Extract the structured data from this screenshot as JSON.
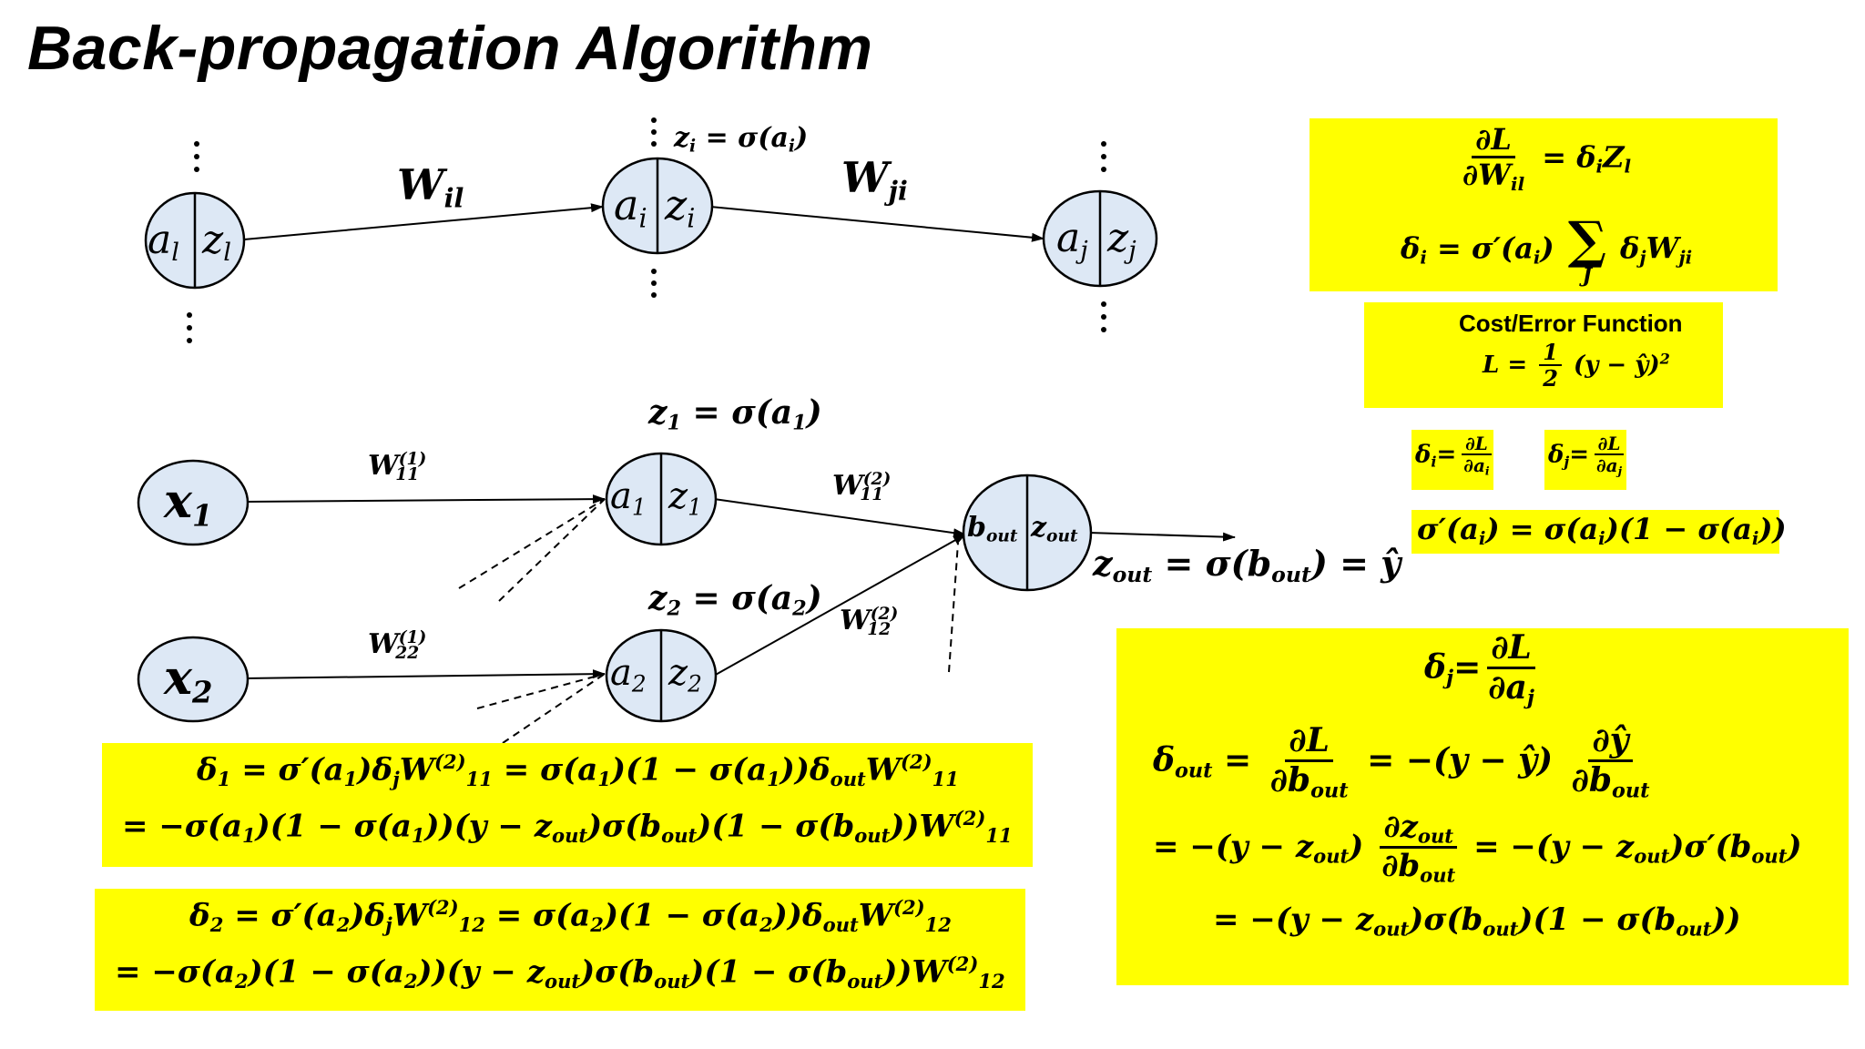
{
  "title": "Back-propagation Algorithm",
  "diagram": {
    "top_row": {
      "w_il": "W",
      "w_il_sub": "il",
      "w_ji": "W",
      "w_ji_sub": "ji",
      "z_i_label": "z",
      "z_i_label_sub": "i",
      "z_i_label_rhs": " = σ(a",
      "z_i_label_rhs_sub": "i",
      "z_i_label_end": ")",
      "nodes": [
        {
          "a": "a",
          "a_sub": "l",
          "z": "z",
          "z_sub": "l"
        },
        {
          "a": "a",
          "a_sub": "i",
          "z": "z",
          "z_sub": "i"
        },
        {
          "a": "a",
          "a_sub": "j",
          "z": "z",
          "z_sub": "j"
        }
      ]
    },
    "bottom": {
      "x1": "x",
      "x1_sub": "1",
      "x2": "x",
      "x2_sub": "2",
      "w11_1": "W",
      "w11_1_sup": "(1)",
      "w11_1_sub": "11",
      "w22_1": "W",
      "w22_1_sup": "(1)",
      "w22_1_sub": "22",
      "w11_2": "W",
      "w11_2_sup": "(2)",
      "w11_2_sub": "11",
      "w12_2": "W",
      "w12_2_sup": "(2)",
      "w12_2_sub": "12",
      "z1_eq": "z",
      "z1_eq_sub": "1",
      "z1_eq_rhs": " = σ(a",
      "z1_eq_rhs_sub": "1",
      "z1_eq_end": ")",
      "z2_eq": "z",
      "z2_eq_sub": "2",
      "z2_eq_rhs": " = σ(a",
      "z2_eq_rhs_sub": "2",
      "z2_eq_end": ")",
      "zout_eq": "z",
      "zout_eq_sub": "out",
      "zout_eq_rhs": " = σ(b",
      "zout_eq_rhs_sub": "out",
      "zout_eq_end": ") = ŷ",
      "h1": {
        "a": "a",
        "a_sub": "1",
        "z": "z",
        "z_sub": "1"
      },
      "h2": {
        "a": "a",
        "a_sub": "2",
        "z": "z",
        "z_sub": "2"
      },
      "out": {
        "a": "b",
        "a_sub": "out",
        "z": "z",
        "z_sub": "out"
      }
    }
  },
  "boxes": {
    "gradient": {
      "num": "∂L",
      "den": "∂W",
      "den_sub": "il",
      "rhs": "= δ",
      "rhs_sub": "i",
      "rhs_end": "Z",
      "rhs_end_sub": "l",
      "delta_i": "δ",
      "delta_i_sub": "i",
      "delta_i_rhs": " = σ′(a",
      "delta_i_rhs_sub": "i",
      "delta_i_rhs_end": ")",
      "sum_symbol": "∑",
      "sum_index": "J",
      "sum_term": "δ",
      "sum_term_sub": "j",
      "sum_term_w": "W",
      "sum_term_w_sub": "ji"
    },
    "cost": {
      "heading": "Cost/Error Function",
      "lhs": "L =",
      "frac_num": "1",
      "frac_den": "2",
      "rhs": "(y − ŷ)",
      "power": "2"
    },
    "delta_defs": {
      "di": "δ",
      "di_sub": "i",
      "di_eq": "=",
      "di_num": "∂L",
      "di_den": "∂a",
      "di_den_sub": "i",
      "dj": "δ",
      "dj_sub": "j",
      "dj_eq": "=",
      "dj_num": "∂L",
      "dj_den": "∂a",
      "dj_den_sub": "j"
    },
    "sigma_prime": "σ′(a",
    "sigma_prime_sub": "i",
    "sigma_prime_rhs": ") = σ(a",
    "sigma_prime_rhs_sub": "i",
    "sigma_prime_end": ")(1 − σ(a",
    "sigma_prime_end_sub": "i",
    "sigma_prime_close": "))",
    "delta1": {
      "line1_a": "δ",
      "line1_a_sub": "1",
      "line1_b": " = σ′(a",
      "line1_b_sub": "1",
      "line1_c": ")δ",
      "line1_c_sub": "j",
      "line1_d": "W",
      "line1_d_sup": "(2)",
      "line1_d_sub": "11",
      "line1_e": " = σ(a",
      "line1_e_sub": "1",
      "line1_f": ")(1 − σ(a",
      "line1_f_sub": "1",
      "line1_g": "))δ",
      "line1_g_sub": "out",
      "line1_h": "W",
      "line1_h_sup": "(2)",
      "line1_h_sub": "11",
      "line2_a": "= −σ(a",
      "line2_a_sub": "1",
      "line2_b": ")(1 − σ(a",
      "line2_b_sub": "1",
      "line2_c": "))(y − z",
      "line2_c_sub": "out",
      "line2_d": ")σ(b",
      "line2_d_sub": "out",
      "line2_e": ")(1 − σ(b",
      "line2_e_sub": "out",
      "line2_f": "))W",
      "line2_f_sup": "(2)",
      "line2_f_sub": "11"
    },
    "delta2": {
      "line1_a": "δ",
      "line1_a_sub": "2",
      "line1_b": " = σ′(a",
      "line1_b_sub": "2",
      "line1_c": ")δ",
      "line1_c_sub": "j",
      "line1_d": "W",
      "line1_d_sup": "(2)",
      "line1_d_sub": "12",
      "line1_e": " = σ(a",
      "line1_e_sub": "2",
      "line1_f": ")(1 − σ(a",
      "line1_f_sub": "2",
      "line1_g": "))δ",
      "line1_g_sub": "out",
      "line1_h": "W",
      "line1_h_sup": "(2)",
      "line1_h_sub": "12",
      "line2_a": "= −σ(a",
      "line2_a_sub": "2",
      "line2_b": ")(1 − σ(a",
      "line2_b_sub": "2",
      "line2_c": "))(y − z",
      "line2_c_sub": "out",
      "line2_d": ")σ(b",
      "line2_d_sub": "out",
      "line2_e": ")(1 − σ(b",
      "line2_e_sub": "out",
      "line2_f": "))W",
      "line2_f_sup": "(2)",
      "line2_f_sub": "12"
    },
    "delta_out": {
      "dj": "δ",
      "dj_sub": "j",
      "dj_eq": "=",
      "dj_num": "∂L",
      "dj_den": "∂a",
      "dj_den_sub": "j",
      "dout": "δ",
      "dout_sub": "out",
      "dout_eq": "=",
      "f1_num": "∂L",
      "f1_den": "∂b",
      "f1_den_sub": "out",
      "mid": "= −(y − ŷ)",
      "f2_num": "∂ŷ",
      "f2_den": "∂b",
      "f2_den_sub": "out",
      "l3_a": "= −(y − z",
      "l3_a_sub": "out",
      "l3_b": ")",
      "f3_num": "∂z",
      "f3_num_sub": "out",
      "f3_den": "∂b",
      "f3_den_sub": "out",
      "l3_c": "= −(y − z",
      "l3_c_sub": "out",
      "l3_d": ")σ′(b",
      "l3_d_sub": "out",
      "l3_e": ")",
      "l4_a": "= −(y − z",
      "l4_a_sub": "out",
      "l4_b": ")σ(b",
      "l4_b_sub": "out",
      "l4_c": ")(1 − σ(b",
      "l4_c_sub": "out",
      "l4_d": "))"
    }
  },
  "colors": {
    "highlight": "#ffff00",
    "node_fill": "#dde8f5",
    "ink": "#000000"
  }
}
